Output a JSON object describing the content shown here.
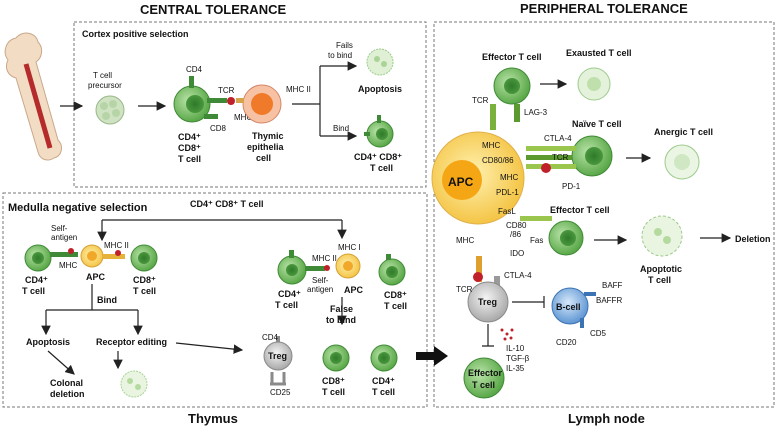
{
  "titles": {
    "central": "CENTRAL TOLERANCE",
    "peripheral": "PERIPHERAL TOLERANCE",
    "thymus": "Thymus",
    "lymph_node": "Lymph node"
  },
  "cortex": {
    "title": "Cortex positive selection",
    "precursor": [
      "T cell",
      "precursor"
    ],
    "cd4": "CD4",
    "tcr": "TCR",
    "cd8": "CD8",
    "mhc1": "MHC I",
    "mhc2": "MHC II",
    "dp_cell": [
      "CD4⁺",
      "CD8⁺",
      "T cell"
    ],
    "thymic": [
      "Thymic",
      "epithelia",
      "cell"
    ],
    "fails": [
      "Fails",
      "to bind"
    ],
    "apoptosis": "Apoptosis",
    "bind": "Bind",
    "result": [
      "CD4⁺ CD8⁺",
      "T cell"
    ]
  },
  "medulla": {
    "title": "Medulla negative selection",
    "top": "CD4⁺ CD8⁺  T cell",
    "self_antigen": [
      "Self-",
      "antigen"
    ],
    "mhc2": "MHC II",
    "mhc": "MHC",
    "apc": "APC",
    "cd4_cell": [
      "CD4⁺",
      "T cell"
    ],
    "cd8_cell": [
      "CD8⁺",
      "T cell"
    ],
    "bind": "Bind",
    "apoptosis": "Apoptosis",
    "receptor_editing": "Receptor editing",
    "colonal": [
      "Colonal",
      "deletion"
    ],
    "r_mhc1": "MHC I",
    "r_mhc2": "MHC II",
    "r_self": [
      "Self-",
      "antigen"
    ],
    "r_apc": "APC",
    "r_cd4": [
      "CD4⁺",
      "T cell"
    ],
    "r_cd8": [
      "CD8⁺",
      "T cell"
    ],
    "false_bind": [
      "False",
      "to bind"
    ],
    "treg_cd4": "CD4",
    "treg": "Treg",
    "cd25": "CD25",
    "out_cd8": [
      "CD8⁺",
      "T cell"
    ],
    "out_cd4": [
      "CD4⁺",
      "T cell"
    ]
  },
  "peripheral": {
    "effector1": "Effector T cell",
    "exausted": "Exausted T cell",
    "tcr": "TCR",
    "lag3": "LAG-3",
    "naive": "Naïve T cell",
    "ctla4": "CTLA-4",
    "mhc": "MHC",
    "cd80": "CD80/86",
    "tcr2": "TCR",
    "mhc2": "MHC",
    "pdl1": "PDL-1",
    "pd1": "PD-1",
    "anergic": "Anergic T cell",
    "apc": "APC",
    "fasl": "FasL",
    "effector2": "Effector T cell",
    "cd80b": [
      "CD80",
      "/86"
    ],
    "fas": "Fas",
    "ido": "IDO",
    "mhc3": "MHC",
    "apoptotic": [
      "Apoptotic",
      "T cell"
    ],
    "deletion": "Deletion",
    "tcr3": "TCR",
    "ctla4b": "CTLA-4",
    "treg": "Treg",
    "bcell": "B-cell",
    "baff": "BAFF",
    "baffr": "BAFFR",
    "cd5": "CD5",
    "cd20": "CD20",
    "cytokines": [
      "IL-10",
      "TGF-β",
      "IL-35"
    ],
    "effector3": [
      "Effector",
      "T cell"
    ]
  },
  "colors": {
    "tcell": "#7cc06a",
    "tcell_dark": "#3f8a36",
    "apc": "#f7c948",
    "apc_dark": "#e5a21a",
    "red": "#c0202a",
    "treg": "#c9c9c9",
    "bcell": "#6aa0d8"
  }
}
